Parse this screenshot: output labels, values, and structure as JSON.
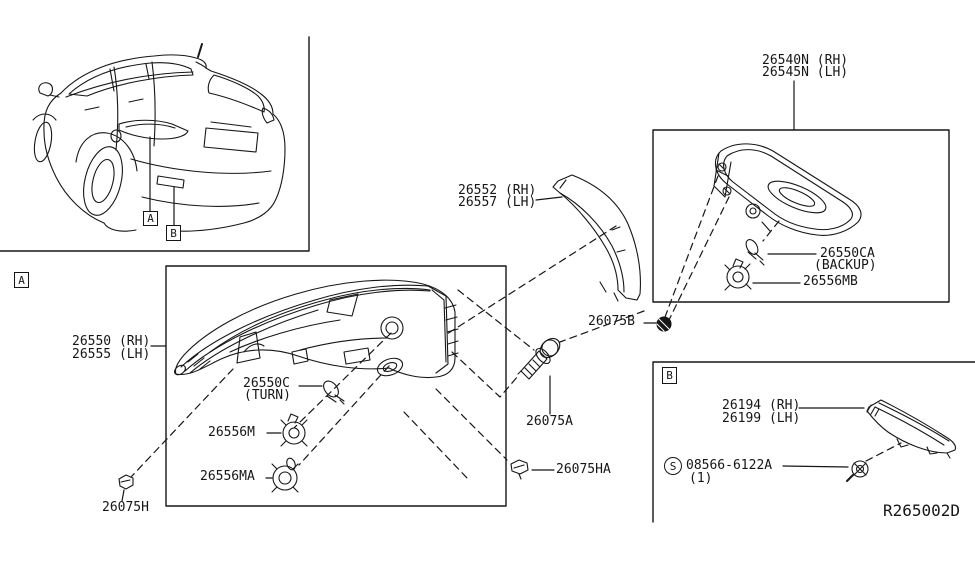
{
  "drawing_number": "R265002D",
  "markers": {
    "a": "A",
    "b": "B"
  },
  "parts": {
    "backup_lamp_assembly": {
      "rh": "26540N (RH)",
      "lh": "26545N (LH)"
    },
    "finisher": {
      "rh": "26552 (RH)",
      "lh": "26557 (LH)"
    },
    "backup_bulb": {
      "code": "26550CA",
      "function": "(BACKUP)"
    },
    "backup_bulb_socket": {
      "code": "26556MB"
    },
    "grommet": {
      "code": "26075B"
    },
    "rear_combination_lamp": {
      "rh": "26550 (RH)",
      "lh": "26555 (LH)"
    },
    "turn_bulb": {
      "code": "26550C",
      "function": "(TURN)"
    },
    "bulb_socket": {
      "code": "26556M"
    },
    "bulb_socket_a": {
      "code": "26556MA"
    },
    "clip": {
      "code": "26075H"
    },
    "bolt": {
      "code": "26075A"
    },
    "clip_a": {
      "code": "26075HA"
    },
    "reflex_reflector": {
      "rh": "26194 (RH)",
      "lh": "26199 (LH)"
    },
    "screw": {
      "symbol": "S",
      "code": "08566-6122A",
      "quantity": "(1)"
    }
  }
}
